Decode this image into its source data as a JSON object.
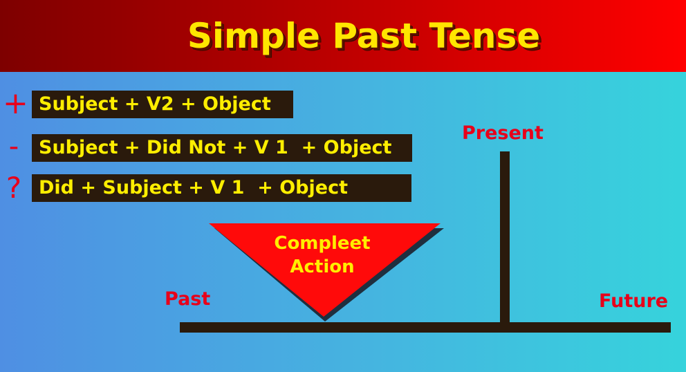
{
  "title": "Simple Past Tense",
  "rows": [
    {
      "symbol": "+",
      "formula": "Subject + V2 + Object"
    },
    {
      "symbol": "-",
      "formula": "Subject + Did Not + V 1  + Object"
    },
    {
      "symbol": "?",
      "formula": "Did + Subject + V 1  + Object"
    }
  ],
  "triangle": {
    "line1": "Compleet",
    "line2": "Action"
  },
  "timeline": {
    "present": "Present",
    "past": "Past",
    "future": "Future"
  },
  "colors": {
    "header_dark": "#7e0000",
    "header_bright": "#ff0000",
    "title_text": "#ffe600",
    "formula_box": "#2a1a0c",
    "formula_text": "#ffee00",
    "label_red": "#e8001a",
    "timeline_line": "#2a1a0c",
    "triangle_fill": "#ff0a0a"
  }
}
